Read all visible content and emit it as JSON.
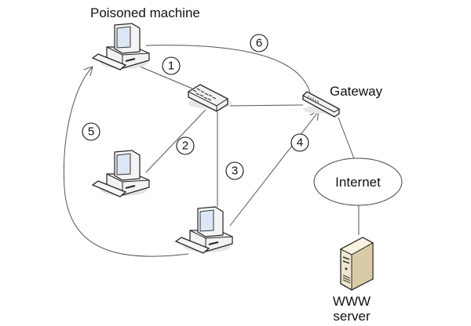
{
  "labels": {
    "poisoned_machine": "Poisoned machine",
    "gateway": "Gateway",
    "internet": "Internet",
    "server_line1": "WWW",
    "server_line2": "server"
  },
  "steps": [
    "1",
    "2",
    "3",
    "4",
    "5",
    "6"
  ],
  "nodes": [
    {
      "id": "poisoned-machine",
      "type": "computer-icon"
    },
    {
      "id": "computer-2",
      "type": "computer-icon"
    },
    {
      "id": "computer-3",
      "type": "computer-icon"
    },
    {
      "id": "switch",
      "type": "switch-icon"
    },
    {
      "id": "gateway",
      "type": "router-icon"
    },
    {
      "id": "internet",
      "type": "cloud-ellipse"
    },
    {
      "id": "www-server",
      "type": "server-icon"
    }
  ]
}
